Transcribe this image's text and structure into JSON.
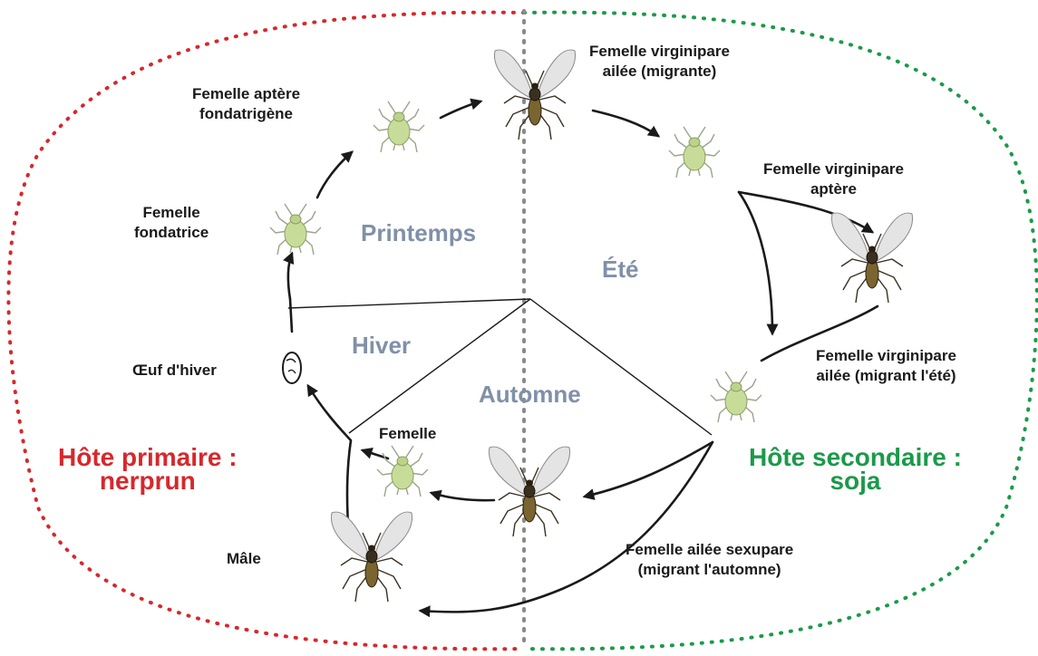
{
  "colors": {
    "primary_host": "#d6282c",
    "secondary_host": "#1a9a4a",
    "season_text": "#8090a8",
    "divider": "#8a8a8a",
    "arrow": "#1a1a1a",
    "aphid_body": "#c8dc9a",
    "aphid_wing": "#dcdcdc",
    "aphid_winged_body": "#6b5a2a"
  },
  "seasons": {
    "spring": "Printemps",
    "summer": "Été",
    "winter": "Hiver",
    "autumn": "Automne"
  },
  "hosts": {
    "primary_line1": "Hôte primaire :",
    "primary_line2": "nerprun",
    "secondary_line1": "Hôte secondaire :",
    "secondary_line2": "soja"
  },
  "stages": {
    "fondatrigene_line1": "Femelle aptère",
    "fondatrigene_line2": "fondatrigène",
    "fondatrice_line1": "Femelle",
    "fondatrice_line2": "fondatrice",
    "winged_migrant_line1": "Femelle virginipare",
    "winged_migrant_line2": "ailée (migrante)",
    "apterous_virg_line1": "Femelle virginipare",
    "apterous_virg_line2": "aptère",
    "summer_migrant_line1": "Femelle virginipare",
    "summer_migrant_line2": "ailée (migrant l'été)",
    "egg": "Œuf d'hiver",
    "female": "Femelle",
    "male": "Mâle",
    "sexupara_line1": "Femelle ailée sexupare",
    "sexupara_line2": "(migrant l'automne)"
  },
  "icons": {
    "wingless_aphid": "wingless-aphid-icon",
    "winged_aphid": "winged-aphid-icon",
    "egg": "egg-icon"
  }
}
